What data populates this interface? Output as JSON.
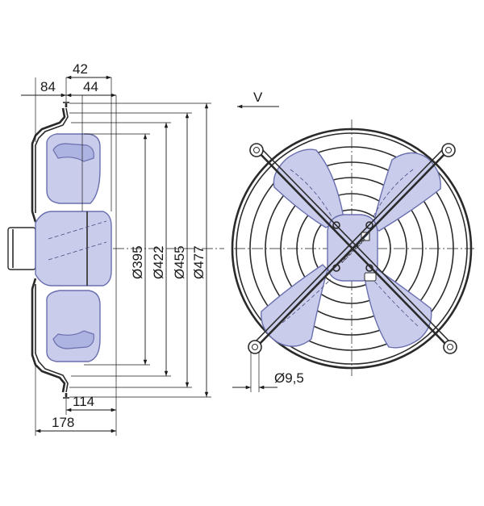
{
  "drawing": {
    "side_view": {
      "dimensions": {
        "top_42": "42",
        "top_84": "84",
        "top_44": "44",
        "dia_395": "Ø395",
        "dia_422": "Ø422",
        "dia_455": "Ø455",
        "dia_477": "Ø477",
        "bottom_114": "114",
        "bottom_178": "178"
      }
    },
    "front_view": {
      "view_label": "V",
      "hole_dimension": "Ø9,5",
      "brand_text": "ZIEHL-ABEGG"
    },
    "colors": {
      "blade_fill": "#c9cdeb",
      "blade_stroke": "#6a6fae",
      "line": "#1a1a1a"
    }
  }
}
